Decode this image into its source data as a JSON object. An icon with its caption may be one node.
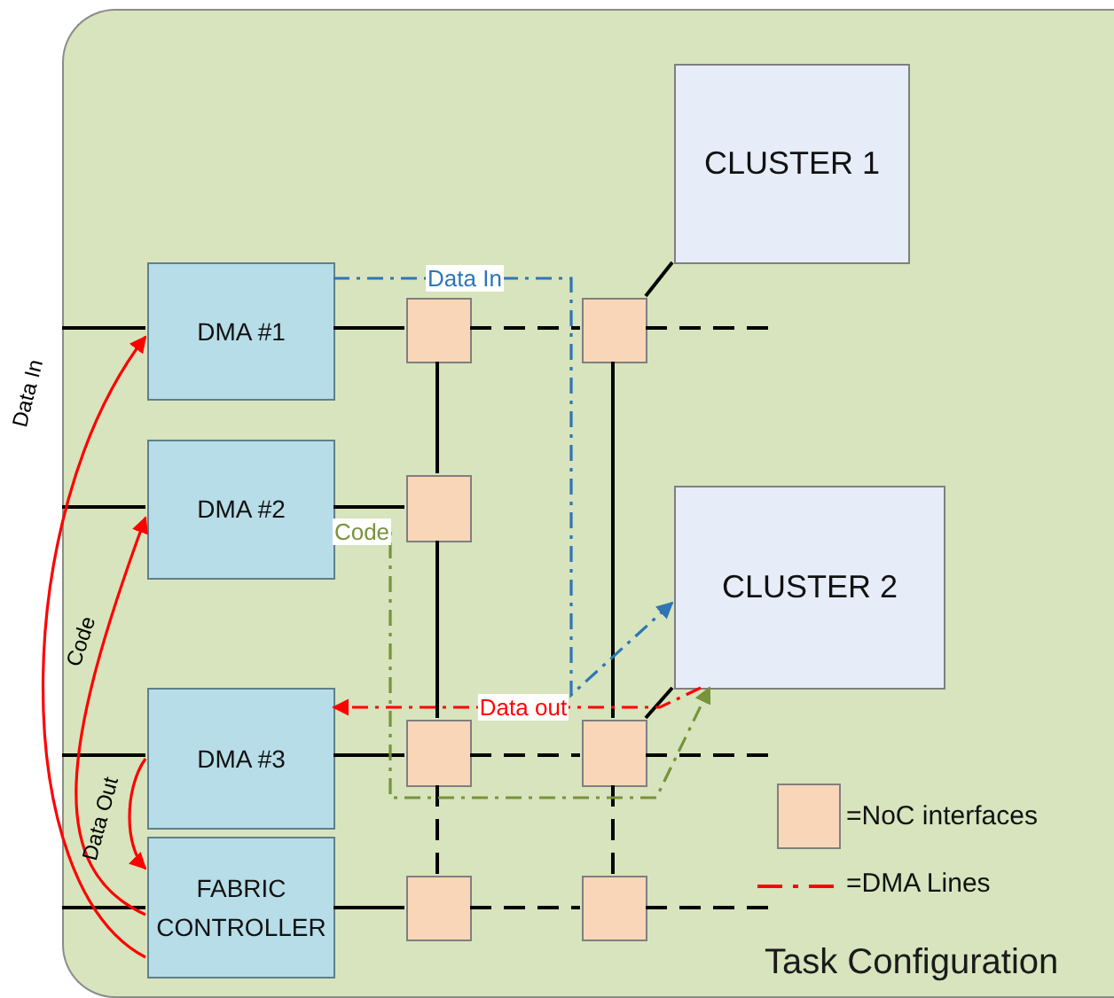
{
  "diagram": {
    "nodes": [
      {
        "text": [
          "Task Configuration"
        ]
      },
      {
        "text": [
          "CLUSTER 1"
        ],
        "in": 0
      },
      {
        "text": [
          "DMA #1"
        ],
        "in": 0
      },
      {
        "text": [],
        "shape": "box",
        "in": 0
      },
      {
        "text": [],
        "shape": "box",
        "in": 0
      },
      {
        "text": [
          "DMA #2"
        ],
        "in": 0
      },
      {
        "text": [],
        "shape": "box",
        "in": 0
      },
      {
        "text": [
          "CLUSTER 2"
        ],
        "in": 0
      },
      {
        "text": [
          "DMA #3"
        ],
        "in": 0
      },
      {
        "text": [],
        "shape": "box",
        "in": 0
      },
      {
        "text": [],
        "shape": "box",
        "in": 0
      },
      {
        "text": [
          "FABRIC CONTROLLER"
        ],
        "in": 0
      },
      {
        "text": [],
        "shape": "box",
        "in": 0
      },
      {
        "text": [],
        "shape": "box",
        "in": 0
      }
    ],
    "edges": [
      {
        "from": null,
        "to": 2,
        "arrow": "none"
      },
      {
        "from": null,
        "to": 5,
        "arrow": "none"
      },
      {
        "from": null,
        "to": 8,
        "arrow": "none"
      },
      {
        "from": null,
        "to": 11,
        "arrow": "none"
      },
      {
        "from": 2,
        "to": 3,
        "arrow": "none"
      },
      {
        "from": 3,
        "to": 4,
        "arrow": "none",
        "style": "dashed"
      },
      {
        "from": 4,
        "to": null,
        "arrow": "none",
        "style": "dashed"
      },
      {
        "from": 4,
        "to": 1,
        "arrow": "none"
      },
      {
        "from": 3,
        "to": 6,
        "arrow": "none"
      },
      {
        "from": 5,
        "to": 6,
        "arrow": "none"
      },
      {
        "from": 6,
        "to": 9,
        "arrow": "none"
      },
      {
        "from": 4,
        "to": 10,
        "arrow": "none"
      },
      {
        "from": 8,
        "to": 9,
        "arrow": "none"
      },
      {
        "from": 9,
        "to": 10,
        "arrow": "none",
        "style": "dashed"
      },
      {
        "from": 10,
        "to": null,
        "arrow": "none",
        "style": "dashed"
      },
      {
        "from": 10,
        "to": 7,
        "arrow": "none"
      },
      {
        "from": 9,
        "to": 12,
        "arrow": "none",
        "style": "dashed"
      },
      {
        "from": 10,
        "to": 13,
        "arrow": "none",
        "style": "dashed"
      },
      {
        "from": 11,
        "to": 12,
        "arrow": "none"
      },
      {
        "from": 12,
        "to": 13,
        "arrow": "none",
        "style": "dashed"
      },
      {
        "from": 13,
        "to": null,
        "arrow": "none",
        "style": "dashed"
      },
      {
        "from": 11,
        "to": 2,
        "arrow": "to",
        "label": "Data In",
        "color": "#ff0000"
      },
      {
        "from": 11,
        "to": 5,
        "arrow": "to",
        "label": "Code",
        "color": "#ff0000"
      },
      {
        "from": 8,
        "to": 11,
        "arrow": "to",
        "label": "Data Out",
        "color": "#ff0000"
      },
      {
        "from": 2,
        "to": 7,
        "arrow": "to",
        "label": "Data In",
        "style": "dashed",
        "color": "#2e75b6"
      },
      {
        "from": 5,
        "to": 7,
        "arrow": "to",
        "label": "Code",
        "style": "dashed",
        "color": "#77933c"
      },
      {
        "from": 7,
        "to": 8,
        "arrow": "to",
        "label": "Data out",
        "style": "dashed",
        "color": "#ff0000"
      }
    ],
    "legend": [
      {
        "text": "=NoC interfaces",
        "color": "#f9d6b8"
      },
      {
        "text": "=DMA Lines"
      }
    ]
  }
}
